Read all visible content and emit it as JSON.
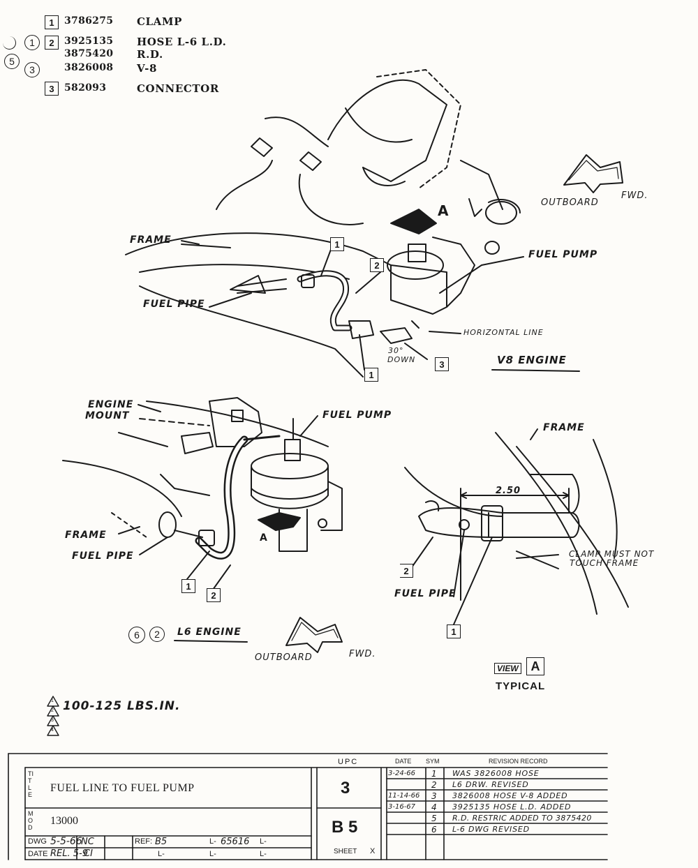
{
  "parts_list": [
    {
      "item": "1",
      "numbers": [
        "3786275"
      ],
      "description": "CLAMP"
    },
    {
      "item": "2",
      "numbers": [
        "3925135",
        "3875420",
        "3826008"
      ],
      "descriptions": [
        "HOSE L-6 L.D.",
        "R.D.",
        "V-8"
      ]
    },
    {
      "item": "3",
      "numbers": [
        "582093"
      ],
      "description": "CONNECTOR"
    }
  ],
  "revision_circles": [
    "1",
    "5",
    "3",
    "6",
    "2"
  ],
  "v8_view": {
    "title": "V8 ENGINE",
    "labels": {
      "frame": "FRAME",
      "fuel_pipe": "FUEL PIPE",
      "fuel_pump": "FUEL PUMP",
      "horizontal_line": "HORIZONTAL LINE",
      "angle": "30°",
      "angle_dir": "DOWN",
      "view_letter": "A",
      "outboard": "OUTBOARD",
      "fwd": "FWD."
    },
    "callouts": [
      "1",
      "2",
      "1",
      "3"
    ]
  },
  "l6_view": {
    "title": "L6 ENGINE",
    "labels": {
      "engine_mount_1": "ENGINE",
      "engine_mount_2": "MOUNT",
      "fuel_pump": "FUEL PUMP",
      "frame": "FRAME",
      "fuel_pipe": "FUEL PIPE",
      "view_letter": "A",
      "outboard": "OUTBOARD",
      "fwd": "FWD."
    },
    "callouts": [
      "1",
      "2"
    ]
  },
  "view_a": {
    "labels": {
      "frame": "FRAME",
      "dimension": "2.50",
      "clamp_note_1": "CLAMP MUST NOT",
      "clamp_note_2": "TOUCH FRAME",
      "fuel_pipe": "FUEL PIPE",
      "view": "VIEW",
      "letter": "A",
      "typical": "TYPICAL"
    },
    "callouts": [
      "2",
      "1"
    ]
  },
  "torque_note": {
    "text": "100-125 LBS.IN.",
    "flags": [
      "1",
      "2",
      "3",
      "4"
    ]
  },
  "title_block": {
    "title_label": "TITLE",
    "title": "FUEL LINE TO FUEL PUMP",
    "mod_label": "MOD",
    "mod": "13000",
    "upc_label": "UPC",
    "upc": "3",
    "sheet_code": "B 5",
    "sheet_label": "SHEET",
    "sheet_x": "X",
    "dwg_label": "DWG",
    "dwg_date": "5-5-66",
    "date_label": "DATE",
    "rel": "REL. 5-9",
    "nc": "NC",
    "ci": "CI",
    "ref_label": "REF:",
    "ref": "B5",
    "l_label": "L-",
    "l_value": "65616",
    "rev_headers": {
      "date": "DATE",
      "sym": "SYM",
      "record": "REVISION RECORD"
    },
    "revisions": [
      {
        "date": "3-24-66",
        "sym": "1",
        "record": "WAS 3826008 HOSE"
      },
      {
        "date": "",
        "sym": "2",
        "record": "L6 DRW. REVISED"
      },
      {
        "date": "11-14-66",
        "sym": "3",
        "record": "3826008 HOSE V-8 ADDED"
      },
      {
        "date": "3-16-67",
        "sym": "4",
        "record": "3925135 HOSE L.D. ADDED"
      },
      {
        "date": "",
        "sym": "5",
        "record": "R.D. RESTRIC ADDED TO 3875420"
      },
      {
        "date": "",
        "sym": "6",
        "record": "L-6 DWG REVISED"
      }
    ]
  }
}
